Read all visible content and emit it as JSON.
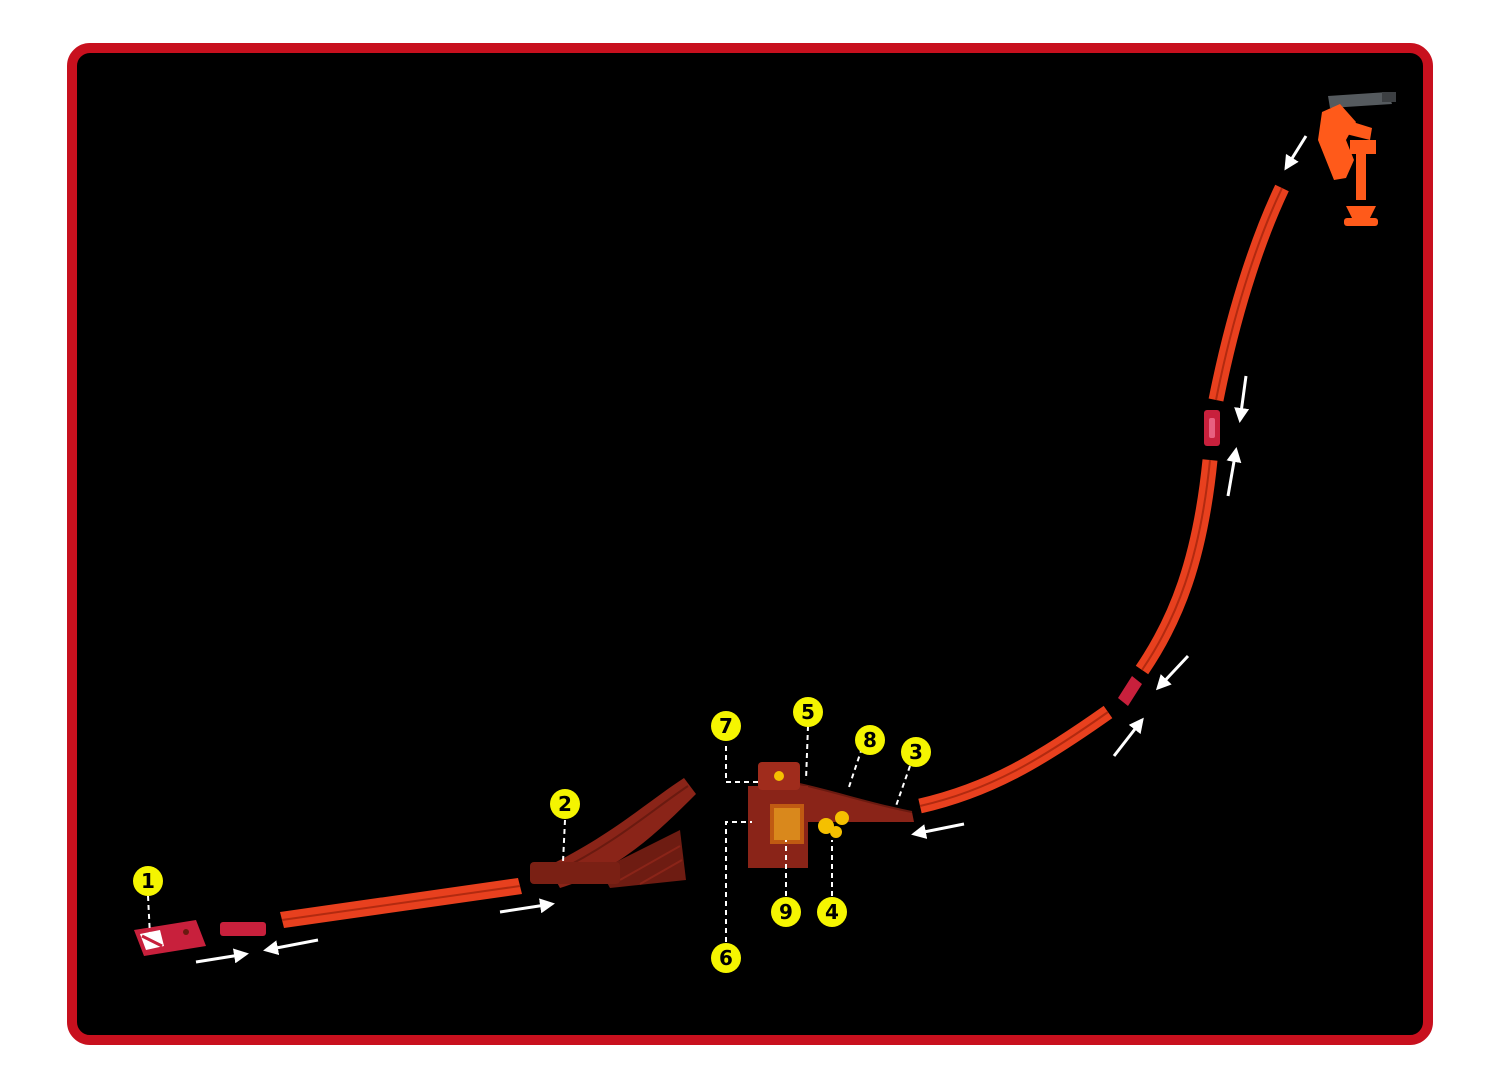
{
  "diagram": {
    "frame_color": "#c8101e",
    "background_color": "#000000",
    "track_color": "#e8401e",
    "ramp_color": "#8a2418",
    "connector_color": "#c8203c",
    "callout_color": "#f5f500",
    "arrow_color": "#ffffff",
    "callouts": [
      {
        "id": "c1",
        "label": "1"
      },
      {
        "id": "c2",
        "label": "2"
      },
      {
        "id": "c3",
        "label": "3"
      },
      {
        "id": "c4",
        "label": "4"
      },
      {
        "id": "c5",
        "label": "5"
      },
      {
        "id": "c6",
        "label": "6"
      },
      {
        "id": "c7",
        "label": "7"
      },
      {
        "id": "c8",
        "label": "8"
      },
      {
        "id": "c9",
        "label": "9"
      }
    ]
  }
}
